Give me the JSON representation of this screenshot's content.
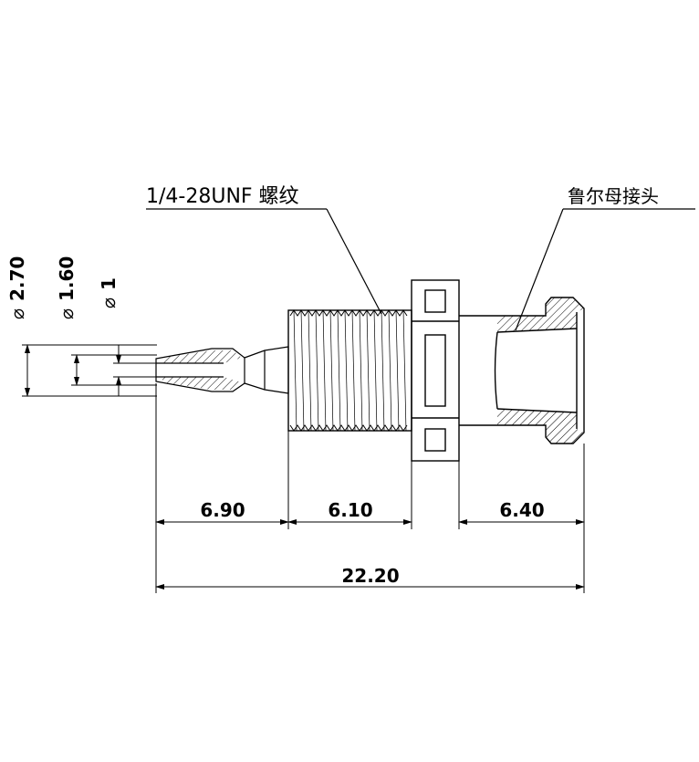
{
  "labels": {
    "thread": "1/4-28UNF 螺纹",
    "luer": "鲁尔母接头"
  },
  "diameters": [
    {
      "symbol": "⌀",
      "value": "2.70"
    },
    {
      "symbol": "⌀",
      "value": "1.60"
    },
    {
      "symbol": "⌀",
      "value": "1"
    }
  ],
  "dimensions": {
    "tip_length": "6.90",
    "thread_length": "6.10",
    "luer_length": "6.40",
    "total_length": "22.20"
  },
  "colors": {
    "line": "#000000",
    "hatch": "#000000",
    "background": "#ffffff"
  }
}
